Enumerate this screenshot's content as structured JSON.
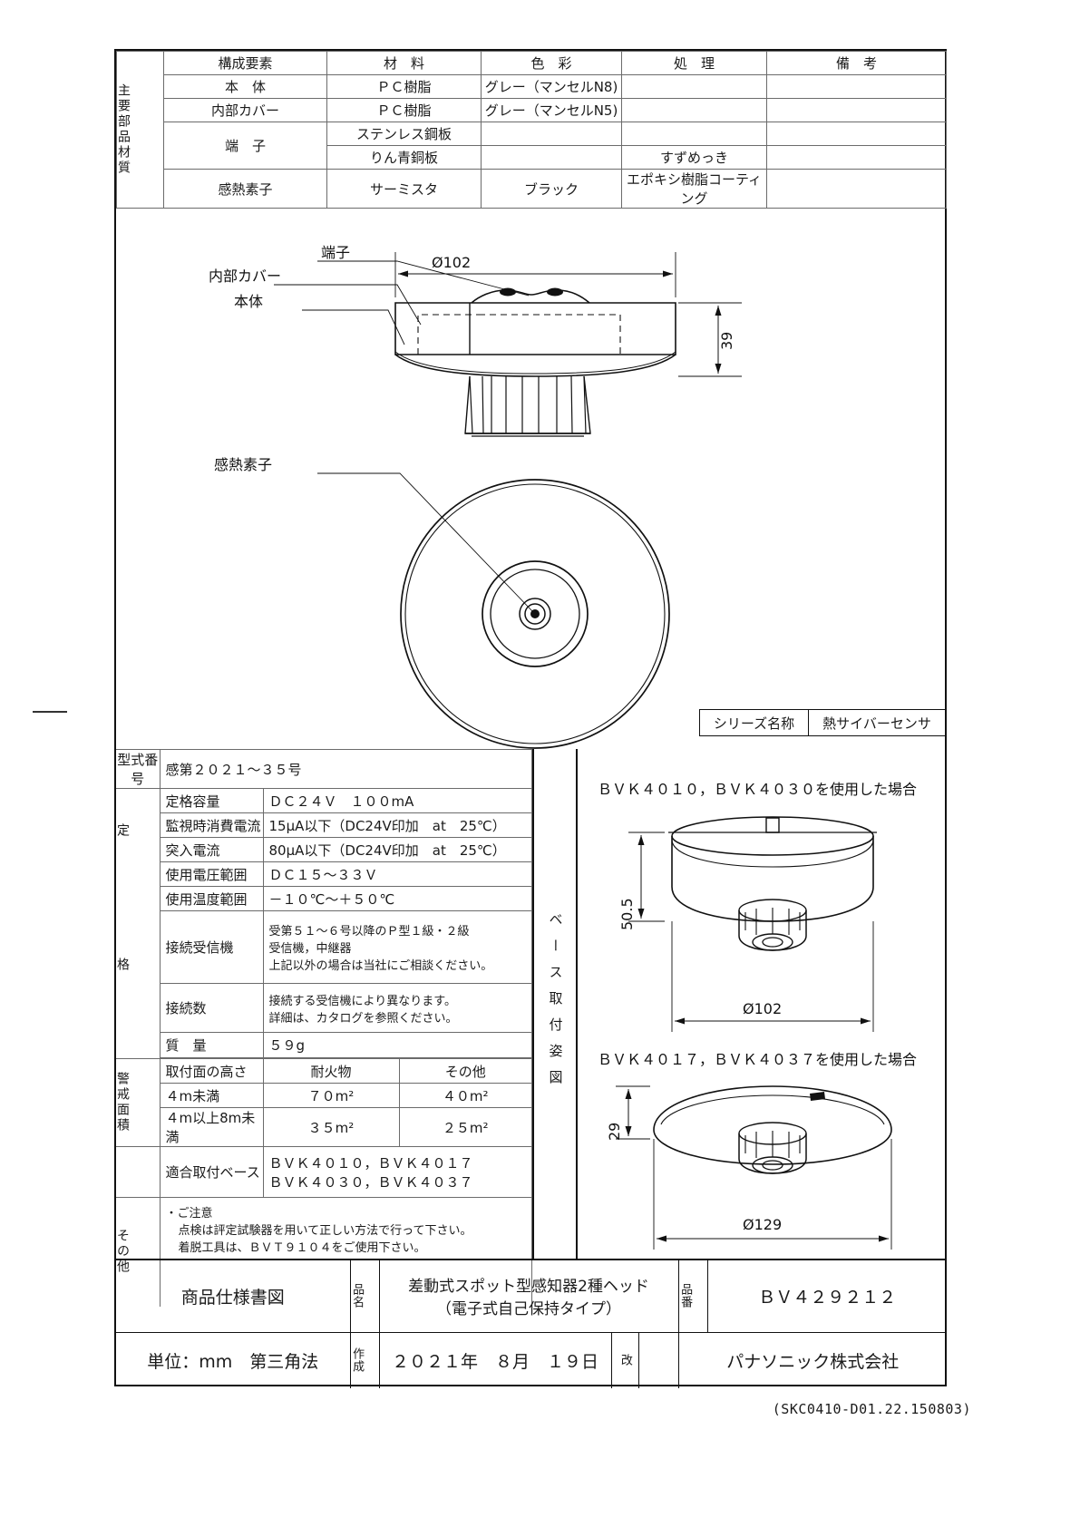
{
  "materials": {
    "row_label": "主要部品材質",
    "headers": [
      "構成要素",
      "材　料",
      "色　彩",
      "処　理",
      "備　考"
    ],
    "rows": [
      {
        "element": "本　体",
        "material": "ＰＣ樹脂",
        "color": "グレー（マンセルN8)",
        "treatment": "",
        "remarks": ""
      },
      {
        "element": "内部カバー",
        "material": "ＰＣ樹脂",
        "color": "グレー（マンセルN5)",
        "treatment": "",
        "remarks": ""
      },
      {
        "element": "端　子",
        "material": "ステンレス鋼板",
        "color": "",
        "treatment": "",
        "remarks": ""
      },
      {
        "element": "",
        "material": "りん青銅板",
        "color": "",
        "treatment": "すずめっき",
        "remarks": ""
      },
      {
        "element": "感熱素子",
        "material": "サーミスタ",
        "color": "ブラック",
        "treatment": "エポキシ樹脂コーティング",
        "remarks": ""
      }
    ]
  },
  "drawing": {
    "callouts": {
      "terminal": "端子",
      "inner_cover": "内部カバー",
      "body": "本体",
      "thermal_element": "感熱素子"
    },
    "dim_diameter": "Ø102",
    "dim_height": "39"
  },
  "series": {
    "label": "シリーズ名称",
    "value": "熱サイバーセンサ"
  },
  "spec": {
    "model_label": "型式番号",
    "model_value": "感第２０２１～３５号",
    "rating_label": "定　格",
    "rows": [
      {
        "label": "定格容量",
        "value": "ＤＣ２４Ｖ　１００mA"
      },
      {
        "label": "監視時消費電流",
        "value": "15μA以下（DC24V印加　at　25℃）"
      },
      {
        "label": "突入電流",
        "value": "80μA以下（DC24V印加　at　25℃）"
      },
      {
        "label": "使用電圧範囲",
        "value": "ＤＣ１５～３３Ｖ"
      },
      {
        "label": "使用温度範囲",
        "value": "－１０℃～＋５０℃"
      }
    ],
    "receiver": {
      "label": "接続受信機",
      "lines": [
        "受第５１～６号以降のＰ型１級・２級",
        "受信機，中継器",
        "上記以外の場合は当社にご相談ください。"
      ]
    },
    "connections": {
      "label": "接続数",
      "lines": [
        "接続する受信機により異なります。",
        "詳細は、カタログを参照ください。"
      ]
    },
    "weight": {
      "label": "質　量",
      "value": "５９g"
    },
    "coverage": {
      "side_label": "警戒面積",
      "headers": [
        "取付面の高さ",
        "耐火物",
        "その他"
      ],
      "rows": [
        {
          "height": "４m未満",
          "fireproof": "７０m²",
          "other": "４０m²"
        },
        {
          "height": "４m以上8m未満",
          "fireproof": "３５m²",
          "other": "２５m²"
        }
      ]
    },
    "base": {
      "label": "適合取付ベース",
      "lines": [
        "ＢＶＫ４０１０，ＢＶＫ４０１７",
        "ＢＶＫ４０３０，ＢＶＫ４０３７"
      ]
    },
    "other": {
      "side_label": "その他",
      "bullet": "・ご注意",
      "lines": [
        "点検は評定試験器を用いて正しい方法で行って下さい。",
        "着脱工具は、ＢＶＴ９１０４をご使用下さい。"
      ]
    }
  },
  "mounting": {
    "side_label": "ベース取付姿図",
    "view1": {
      "title": "ＢＶＫ４０１０，ＢＶＫ４０３０を使用した場合",
      "height": "50.5",
      "diameter": "Ø102"
    },
    "view2": {
      "title": "ＢＶＫ４０１７，ＢＶＫ４０３７を使用した場合",
      "height": "29",
      "diameter": "Ø129"
    }
  },
  "titleblock": {
    "doc_type": "商品仕様書図",
    "product_name_label": "品名",
    "product_name_line1": "差動式スポット型感知器2種ヘッド",
    "product_name_line2": "（電子式自己保持タイプ）",
    "part_number_label": "品番",
    "part_number": "ＢＶ４２９２１２",
    "units": "単位：mm　第三角法",
    "created_label": "作成",
    "created_date": "２０２１年　８月　１９日",
    "revision_label": "改",
    "revision_value": "",
    "company": "パナソニック株式会社"
  },
  "footer_code": "(SKC0410-D01.22.150803)"
}
